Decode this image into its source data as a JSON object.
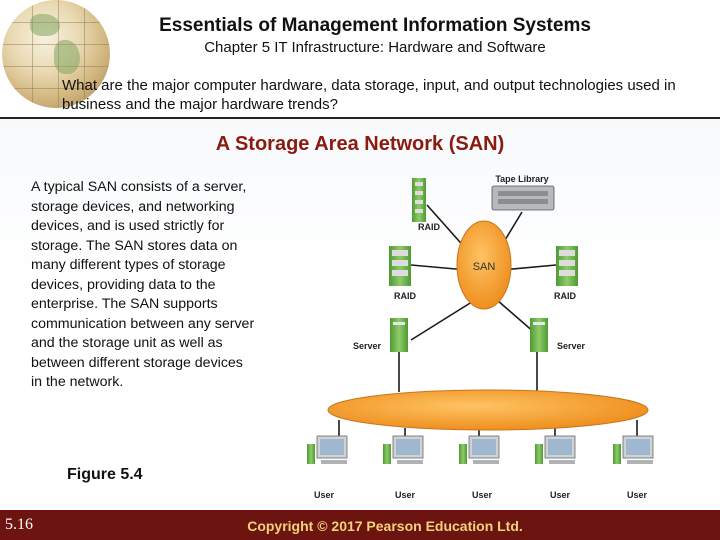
{
  "header": {
    "title": "Essentials of Management Information Systems",
    "subtitle": "Chapter 5 IT Infrastructure: Hardware and Software",
    "question": "What are the major computer hardware, data storage, input, and output technologies used in business and the major hardware trends?"
  },
  "slide": {
    "title": "A Storage Area Network (SAN)",
    "description": "A typical SAN consists of a server, storage devices, and networking devices, and is used strictly for storage. The SAN stores data on many different types of storage devices, providing data to the enterprise. The SAN supports communication between any server and the storage unit as well as between different storage devices in the network.",
    "figure_caption": "Figure 5.4"
  },
  "diagram": {
    "tape_library": "Tape Library",
    "san": "SAN",
    "raid_top": "RAID",
    "raid_left": "RAID",
    "raid_right": "RAID",
    "server_left": "Server",
    "server_right": "Server",
    "users": [
      "User",
      "User",
      "User",
      "User",
      "User"
    ]
  },
  "footer": {
    "slide_number": "5.16",
    "copyright": "Copyright © 2017 Pearson Education Ltd."
  },
  "colors": {
    "title_red": "#8b1a10",
    "footer_bg": "#6b1410",
    "footer_text": "#f4d27a",
    "san_orange": "#f4a233",
    "device_green": "#6fb44c"
  }
}
